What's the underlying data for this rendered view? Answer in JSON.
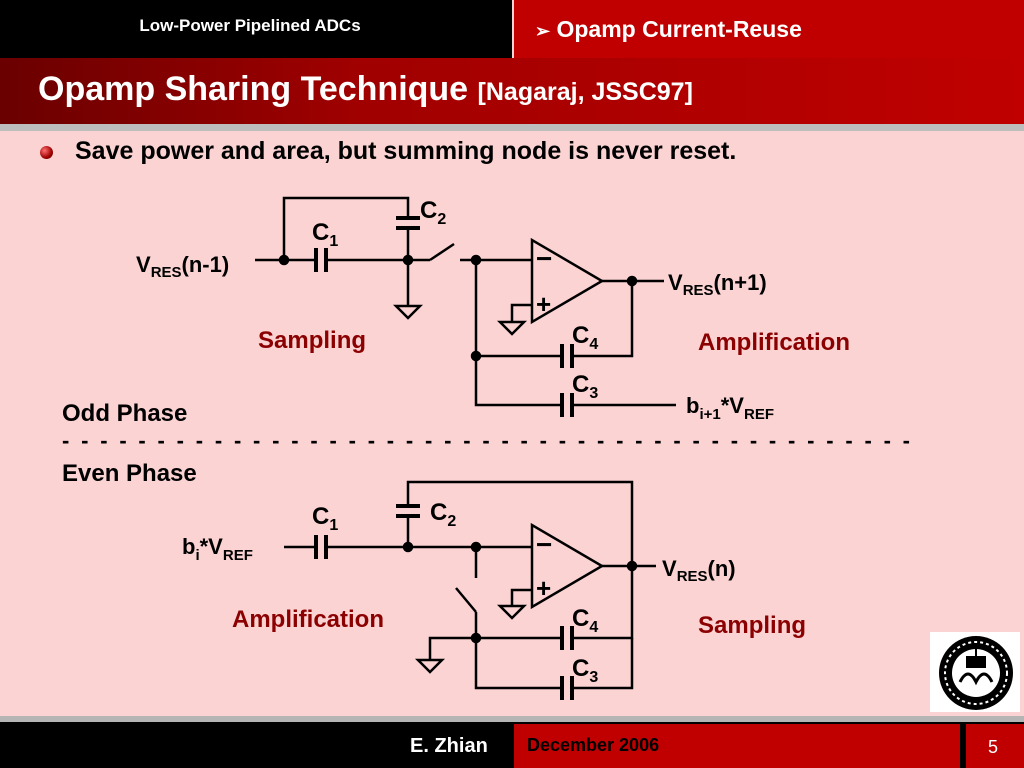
{
  "header": {
    "course": "Low-Power Pipelined ADCs",
    "section_marker": "➢",
    "section": "Opamp Current-Reuse"
  },
  "title": {
    "main": "Opamp Sharing Technique",
    "citation": "[Nagaraj, JSSC97]"
  },
  "bullet": "Save power and area, but summing node is never reset.",
  "odd_phase": {
    "heading": "Odd Phase",
    "input": {
      "main": "V",
      "sub": "RES",
      "tail": "(n-1)"
    },
    "output": {
      "main": "V",
      "sub": "RES",
      "tail": "(n+1)"
    },
    "ref": {
      "main": "b",
      "sub": "i+1",
      "mid": "*V",
      "sub2": "REF"
    },
    "c1": {
      "main": "C",
      "sub": "1"
    },
    "c2": {
      "main": "C",
      "sub": "2"
    },
    "c3": {
      "main": "C",
      "sub": "3"
    },
    "c4": {
      "main": "C",
      "sub": "4"
    },
    "left_mode": "Sampling",
    "right_mode": "Amplification"
  },
  "divider": "- - - - - - - - - - - - - - - - - - - - - - - - - - - - - - - - - - - - - - - - - - - - -",
  "even_phase": {
    "heading": "Even Phase",
    "input": {
      "main": "b",
      "sub": "i",
      "mid": "*V",
      "sub2": "REF"
    },
    "output": {
      "main": "V",
      "sub": "RES",
      "tail": "(n)"
    },
    "c1": {
      "main": "C",
      "sub": "1"
    },
    "c2": {
      "main": "C",
      "sub": "2"
    },
    "c3": {
      "main": "C",
      "sub": "3"
    },
    "c4": {
      "main": "C",
      "sub": "4"
    },
    "left_mode": "Amplification",
    "right_mode": "Sampling"
  },
  "opamp_signs": {
    "minus": "−",
    "plus": "+"
  },
  "footer": {
    "author": "E. Zhian",
    "date": "December 2006",
    "page": "5"
  },
  "colors": {
    "background": "#fbd3d3",
    "accent": "#c00000",
    "mode_label": "#8b0000"
  },
  "logo": {
    "icon": "university-seal-icon"
  }
}
